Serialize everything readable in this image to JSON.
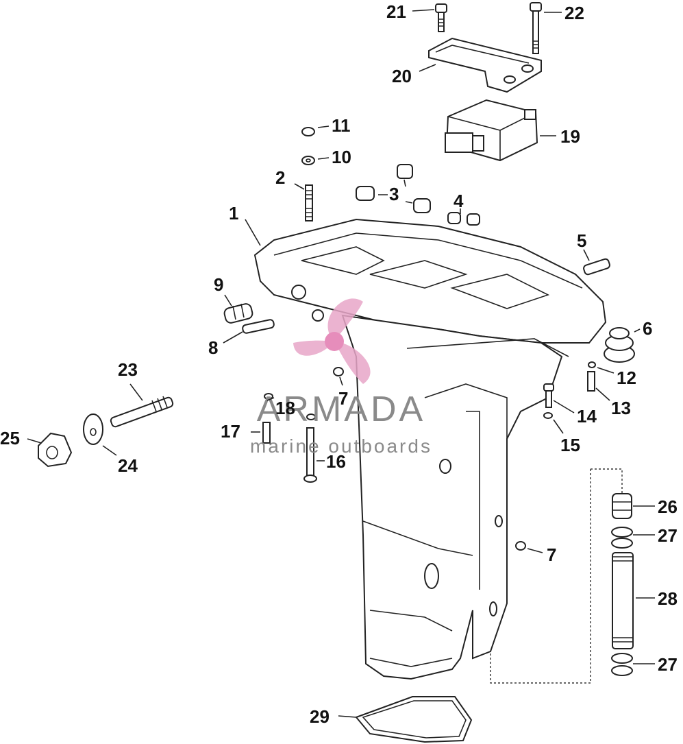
{
  "parts": [
    {
      "id": "1",
      "label": "1"
    },
    {
      "id": "2",
      "label": "2"
    },
    {
      "id": "3",
      "label": "3"
    },
    {
      "id": "4",
      "label": "4"
    },
    {
      "id": "5",
      "label": "5"
    },
    {
      "id": "6",
      "label": "6"
    },
    {
      "id": "7a",
      "label": "7"
    },
    {
      "id": "7b",
      "label": "7"
    },
    {
      "id": "8",
      "label": "8"
    },
    {
      "id": "9",
      "label": "9"
    },
    {
      "id": "10",
      "label": "10"
    },
    {
      "id": "11",
      "label": "11"
    },
    {
      "id": "12",
      "label": "12"
    },
    {
      "id": "13",
      "label": "13"
    },
    {
      "id": "14",
      "label": "14"
    },
    {
      "id": "15",
      "label": "15"
    },
    {
      "id": "16",
      "label": "16"
    },
    {
      "id": "17",
      "label": "17"
    },
    {
      "id": "18",
      "label": "18"
    },
    {
      "id": "19",
      "label": "19"
    },
    {
      "id": "20",
      "label": "20"
    },
    {
      "id": "21",
      "label": "21"
    },
    {
      "id": "22",
      "label": "22"
    },
    {
      "id": "23",
      "label": "23"
    },
    {
      "id": "24",
      "label": "24"
    },
    {
      "id": "25",
      "label": "25"
    },
    {
      "id": "26",
      "label": "26"
    },
    {
      "id": "27a",
      "label": "27"
    },
    {
      "id": "27b",
      "label": "27"
    },
    {
      "id": "28",
      "label": "28"
    },
    {
      "id": "29",
      "label": "29"
    }
  ],
  "watermark": {
    "brand": "ARMADA",
    "tagline": "marine outboards",
    "logo_color": "#e8a6c8",
    "logo_dark_color": "#e27ab0",
    "text_color": "#8a8a8a"
  },
  "line_color": "#222222"
}
